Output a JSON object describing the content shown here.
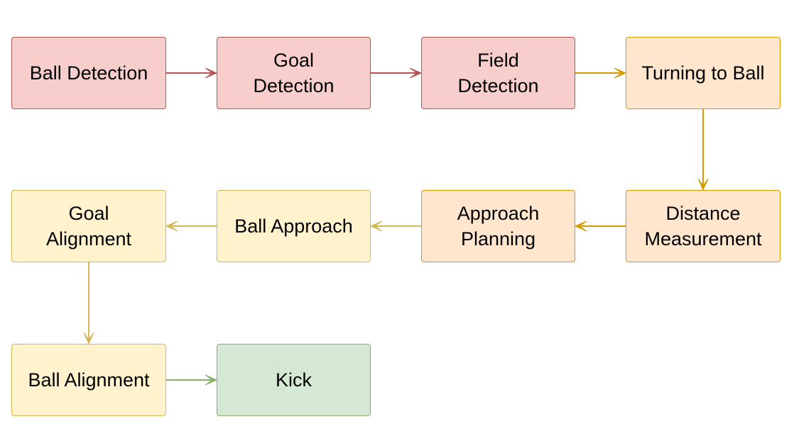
{
  "diagram": {
    "colors": {
      "red_fill": "#f8cecc",
      "red_stroke": "#b85450",
      "orange_fill": "#ffe6cc",
      "orange_stroke": "#d79b00",
      "yellow_fill": "#fff2cc",
      "yellow_stroke": "#d6b656",
      "green_fill": "#d5e8d4",
      "green_stroke": "#82b366"
    },
    "nodes": {
      "ball_detection": "Ball Detection",
      "goal_detection": "Goal\nDetection",
      "field_detection": "Field\nDetection",
      "turning_to_ball": "Turning to Ball",
      "distance_measurement": "Distance\nMeasurement",
      "approach_planning": "Approach\nPlanning",
      "ball_approach": "Ball Approach",
      "goal_alignment": "Goal\nAlignment",
      "ball_alignment": "Ball Alignment",
      "kick": "Kick"
    },
    "edges": [
      {
        "from": "Ball Detection",
        "to": "Goal Detection",
        "color": "#b85450"
      },
      {
        "from": "Goal Detection",
        "to": "Field Detection",
        "color": "#b85450"
      },
      {
        "from": "Field Detection",
        "to": "Turning to Ball",
        "color": "#d79b00"
      },
      {
        "from": "Turning to Ball",
        "to": "Distance Measurement",
        "color": "#d79b00"
      },
      {
        "from": "Distance Measurement",
        "to": "Approach Planning",
        "color": "#d79b00"
      },
      {
        "from": "Approach Planning",
        "to": "Ball Approach",
        "color": "#d6b656"
      },
      {
        "from": "Ball Approach",
        "to": "Goal Alignment",
        "color": "#d6b656"
      },
      {
        "from": "Goal Alignment",
        "to": "Ball Alignment",
        "color": "#d6b656"
      },
      {
        "from": "Ball Alignment",
        "to": "Kick",
        "color": "#82b366"
      }
    ]
  }
}
